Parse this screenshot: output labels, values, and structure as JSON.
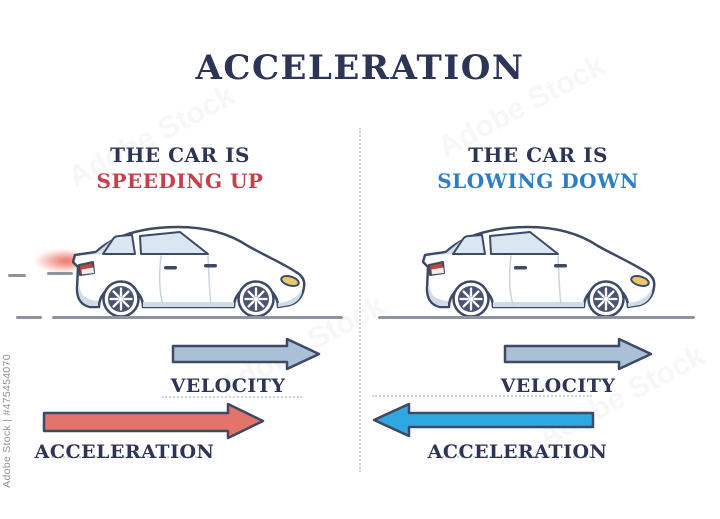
{
  "title": "ACCELERATION",
  "panels": {
    "left": {
      "heading_line1": "THE CAR IS",
      "heading_line2": "SPEEDING UP",
      "velocity_label": "VELOCITY",
      "acceleration_label": "ACCELERATION",
      "velocity_direction": "right",
      "acceleration_direction": "right"
    },
    "right": {
      "heading_line1": "THE CAR IS",
      "heading_line2": "SLOWING DOWN",
      "velocity_label": "VELOCITY",
      "acceleration_label": "ACCELERATION",
      "velocity_direction": "right",
      "acceleration_direction": "left"
    }
  },
  "colors": {
    "title_navy": "#2d3456",
    "speeding_up_red": "#c5404a",
    "slowing_down_blue": "#2b7fc2",
    "outline_navy": "#3d4965",
    "velocity_arrow_fill": "#a9c0d6",
    "acceleration_left_arrow_fill": "#e2746a",
    "acceleration_right_arrow_fill": "#2fa8e1",
    "ground_gray": "#8e949d"
  },
  "watermark": {
    "side_text": "Adobe Stock | #475454070",
    "tile_text": "Adobe Stock"
  }
}
